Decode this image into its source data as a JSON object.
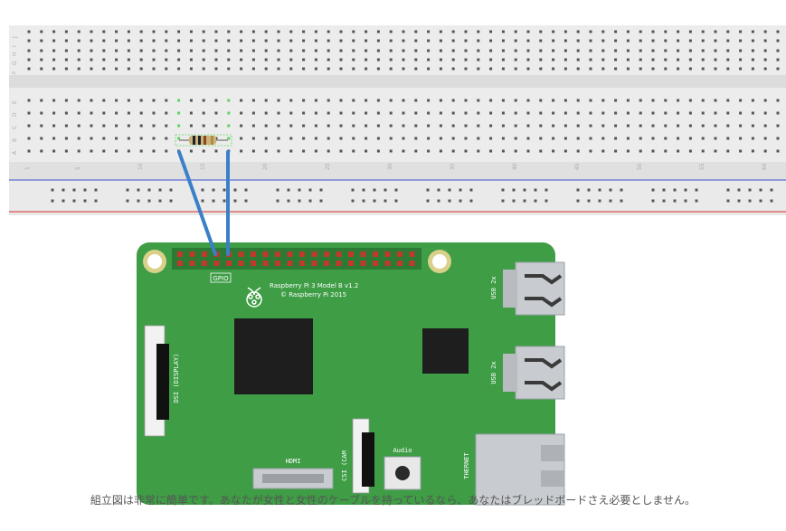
{
  "breadboard": {
    "top_row_letters": [
      "J",
      "I",
      "H",
      "G",
      "F"
    ],
    "bottom_row_letters": [
      "E",
      "D",
      "C",
      "B",
      "A"
    ],
    "column_numbers": [
      "1",
      "5",
      "10",
      "15",
      "20",
      "25",
      "30",
      "35",
      "40",
      "45",
      "50",
      "55",
      "60"
    ]
  },
  "pi": {
    "gpio_label": "GPIO",
    "model_label": "Raspberry Pi 3 Model B v1.2",
    "copyright_label": "© Raspberry Pi 2015",
    "usb_label_1": "USB 2x",
    "usb_label_2": "USB 2x",
    "dsi_label": "DSI (DISPLAY)",
    "csi_label": "CSI (CAM",
    "hdmi_label": "HDMI",
    "audio_label": "Audio",
    "ethernet_label": "THERNET"
  },
  "caption": "組立図は非常に簡単です。あなたが女性と女性のケーブルを持っているなら、あなたはブレッドボードさえ必要としません。",
  "colors": {
    "board_green": "#3e9d45",
    "breadboard": "#e6e6e6",
    "wire_blue": "#3a7fc8",
    "rail_blue": "#5b6fd8",
    "rail_red": "#d9534f",
    "gpio_red": "#c0392b"
  }
}
